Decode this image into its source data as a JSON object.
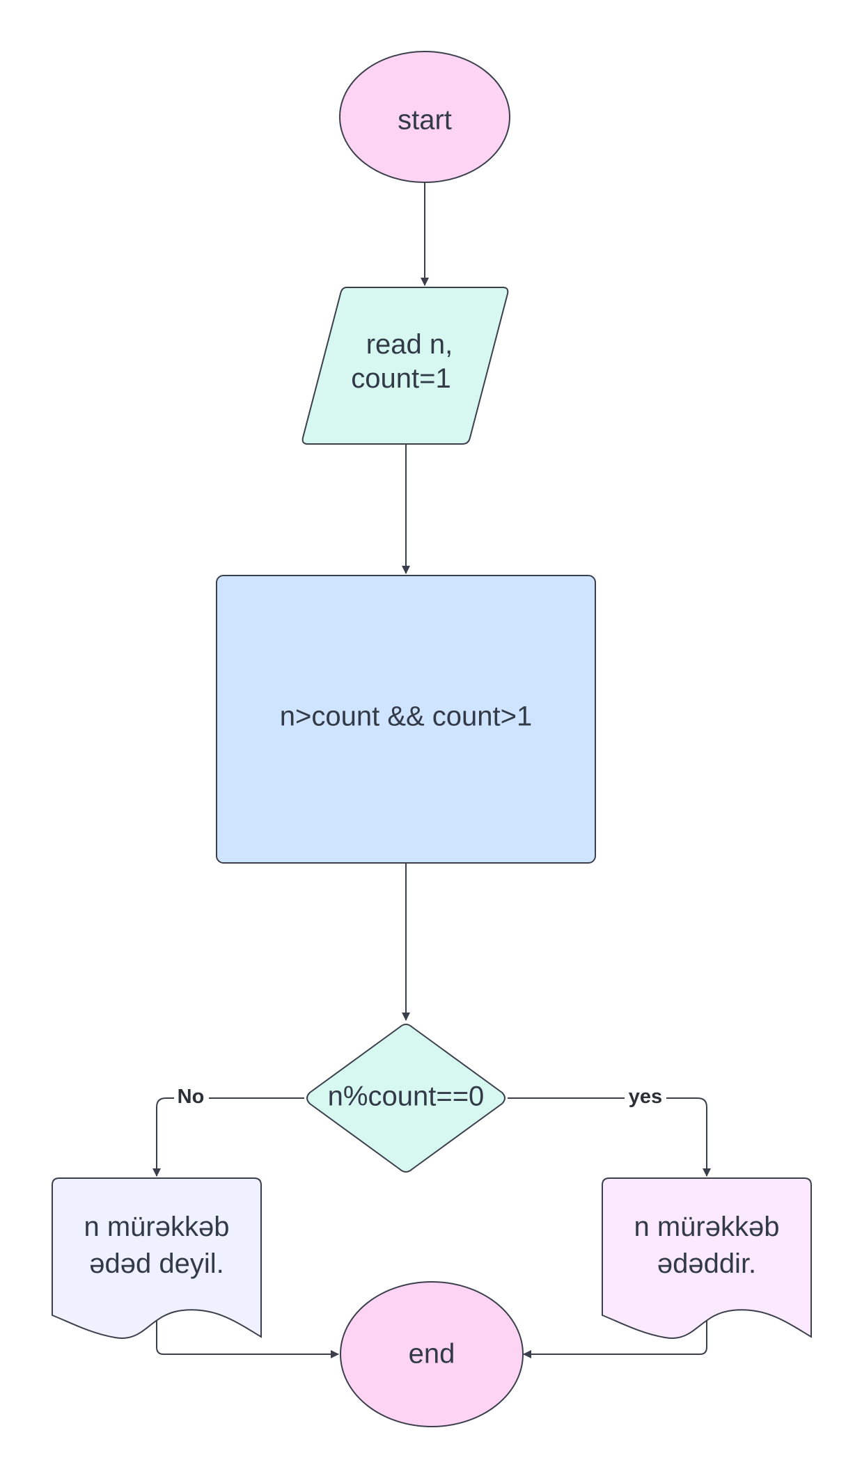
{
  "nodes": {
    "start": {
      "label": "start",
      "fill": "#fed4f4"
    },
    "read": {
      "lines": [
        "read n,",
        "count=1"
      ],
      "fill": "#d6f8f1"
    },
    "process": {
      "label": "n>count && count>1",
      "fill": "#cfe4fe"
    },
    "decision": {
      "label": "n%count==0",
      "fill": "#d6f8f1"
    },
    "out_no": {
      "lines": [
        "n mürəkkəb",
        "ədəd deyil."
      ],
      "fill": "#eff1fe"
    },
    "out_yes": {
      "lines": [
        "n mürəkkəb",
        "ədəddir."
      ],
      "fill": "#fbeafd"
    },
    "end": {
      "label": "end",
      "fill": "#fed4f4"
    }
  },
  "edges": {
    "no_label": "No",
    "yes_label": "yes"
  },
  "colors": {
    "stroke": "#3a3f4b",
    "text": "#333a47"
  }
}
